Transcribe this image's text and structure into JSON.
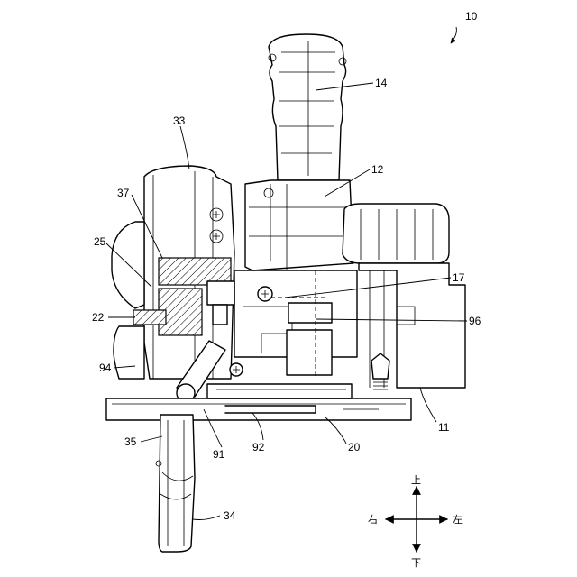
{
  "figure": {
    "reference_number": "10",
    "part_labels": [
      {
        "id": "14",
        "text": "14"
      },
      {
        "id": "12",
        "text": "12"
      },
      {
        "id": "33",
        "text": "33"
      },
      {
        "id": "37",
        "text": "37"
      },
      {
        "id": "25",
        "text": "25"
      },
      {
        "id": "17",
        "text": "17"
      },
      {
        "id": "22",
        "text": "22"
      },
      {
        "id": "96",
        "text": "96"
      },
      {
        "id": "94",
        "text": "94"
      },
      {
        "id": "11",
        "text": "11"
      },
      {
        "id": "35",
        "text": "35"
      },
      {
        "id": "91",
        "text": "91"
      },
      {
        "id": "92",
        "text": "92"
      },
      {
        "id": "20",
        "text": "20"
      },
      {
        "id": "34",
        "text": "34"
      }
    ],
    "directions": {
      "up": "上",
      "down": "下",
      "right": "右",
      "left": "左"
    }
  }
}
